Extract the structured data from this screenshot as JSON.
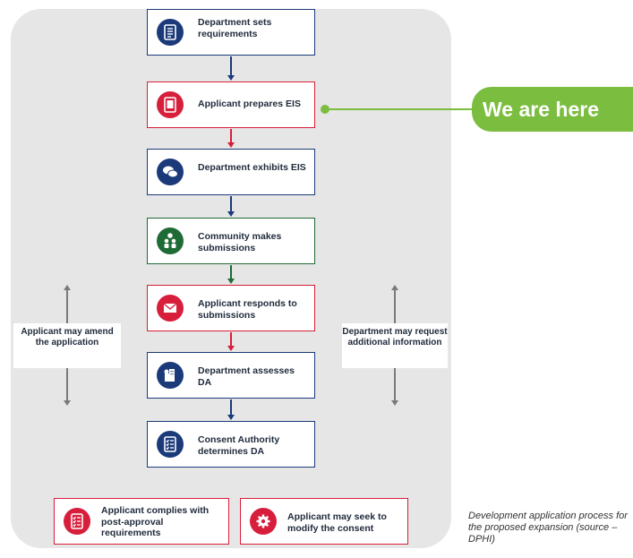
{
  "steps": [
    {
      "label": "Department sets requirements",
      "icon": "list-document-icon",
      "color": "#1b3a7a"
    },
    {
      "label": "Applicant prepares EIS",
      "icon": "tablet-icon",
      "color": "#d71e3b"
    },
    {
      "label": "Department exhibits EIS",
      "icon": "speech-bubbles-icon",
      "color": "#1b3a7a"
    },
    {
      "label": "Community makes submissions",
      "icon": "people-icon",
      "color": "#1f6b35"
    },
    {
      "label": "Applicant responds to submissions",
      "icon": "envelope-icon",
      "color": "#d71e3b"
    },
    {
      "label": "Department assesses DA",
      "icon": "city-buildings-icon",
      "color": "#1b3a7a"
    },
    {
      "label": "Consent Authority determines DA",
      "icon": "checklist-icon",
      "color": "#1b3a7a"
    }
  ],
  "side_left": {
    "label": "Applicant may amend the application"
  },
  "side_right": {
    "label": "Department may request additional information"
  },
  "bottom_boxes": [
    {
      "label": "Applicant complies with post-approval requirements",
      "icon": "checklist-icon"
    },
    {
      "label": "Applicant may seek to modify the consent",
      "icon": "gear-icon"
    }
  ],
  "callout": {
    "label": "We are here"
  },
  "caption": "Development application process for the proposed expansion (source – DPHI)",
  "colors": {
    "navy": "#1b3a7a",
    "red": "#d71e3b",
    "green": "#1f6b35",
    "callout_green": "#7bbd3f",
    "panel": "#e6e6e6"
  }
}
